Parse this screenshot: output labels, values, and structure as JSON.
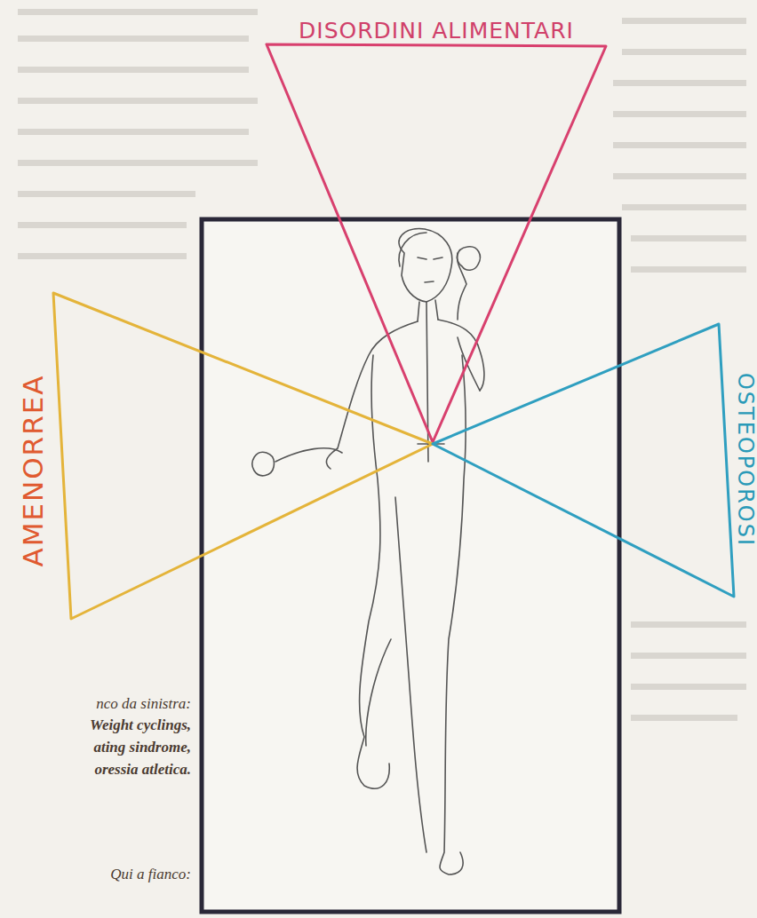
{
  "diagram": {
    "nodes": [
      {
        "text": [
          "DISORDINI ALIMENTARI"
        ]
      },
      {
        "text": [
          "AMENORREA"
        ]
      },
      {
        "text": [
          "OSTEOPOROSI"
        ]
      }
    ],
    "labels": [
      "nco da sinistra:",
      "Weight cyclings,",
      "ating sindrome,",
      "oressia atletica.",
      "Qui a fianco:"
    ]
  }
}
